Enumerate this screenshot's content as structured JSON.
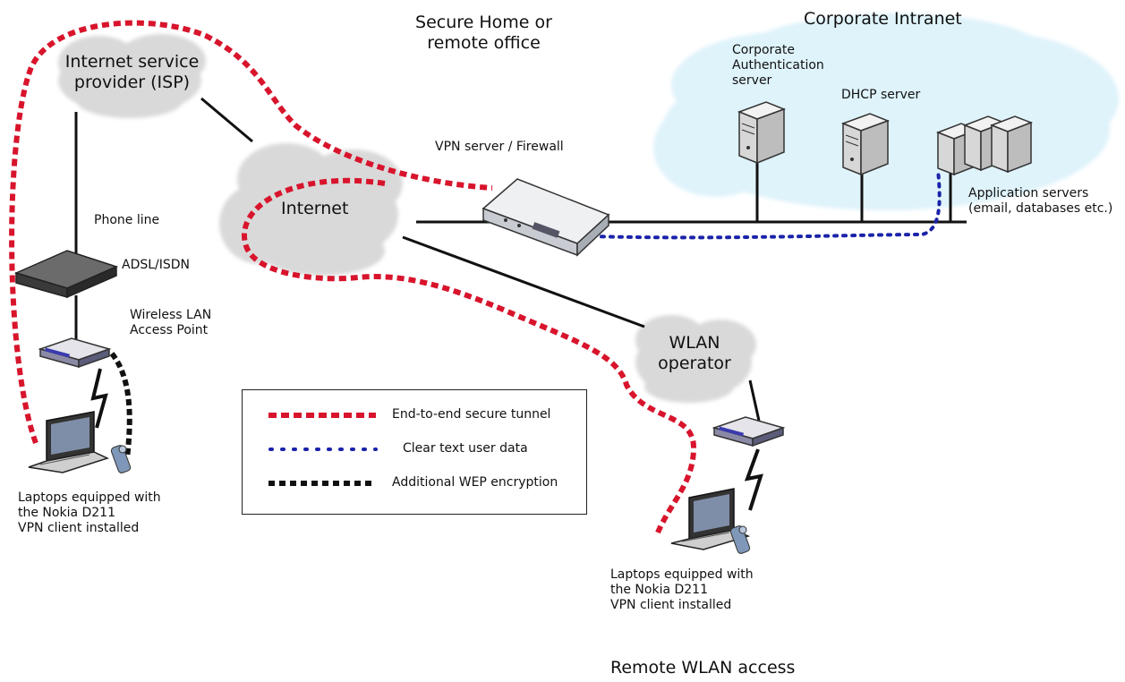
{
  "labels": {
    "secure_home": [
      "Secure Home or",
      "remote office"
    ],
    "corporate_intranet": "Corporate Intranet",
    "isp": [
      "Internet service",
      "provider (ISP)"
    ],
    "internet": "Internet",
    "wlan_operator": [
      "WLAN",
      "operator"
    ],
    "vpn_server": "VPN server / Firewall",
    "auth_server": [
      "Corporate",
      "Authentication",
      "server"
    ],
    "dhcp_server": "DHCP server",
    "app_servers": [
      "Application servers",
      "(email, databases etc.)"
    ],
    "phone_line": "Phone line",
    "adsl": "ADSL/ISDN",
    "wireless_ap": [
      "Wireless LAN",
      "Access Point"
    ],
    "laptops_left": [
      "Laptops equipped with",
      "the Nokia D211",
      "VPN client installed"
    ],
    "laptops_right": [
      "Laptops equipped with",
      "the Nokia D211",
      "VPN client installed"
    ],
    "remote_wlan": "Remote WLAN access"
  },
  "legend": [
    {
      "label": "End-to-end secure tunnel",
      "style": "red-dash"
    },
    {
      "label": "Clear text user data",
      "style": "blue-dot"
    },
    {
      "label": "Additional WEP encryption",
      "style": "black-dash"
    }
  ],
  "colors": {
    "tunnel": "#d8142c",
    "clear_text": "#1a23a8",
    "wep": "#111111",
    "cloud_gray": "#d9d9d9",
    "intranet_cloud": "#dff3fb"
  }
}
